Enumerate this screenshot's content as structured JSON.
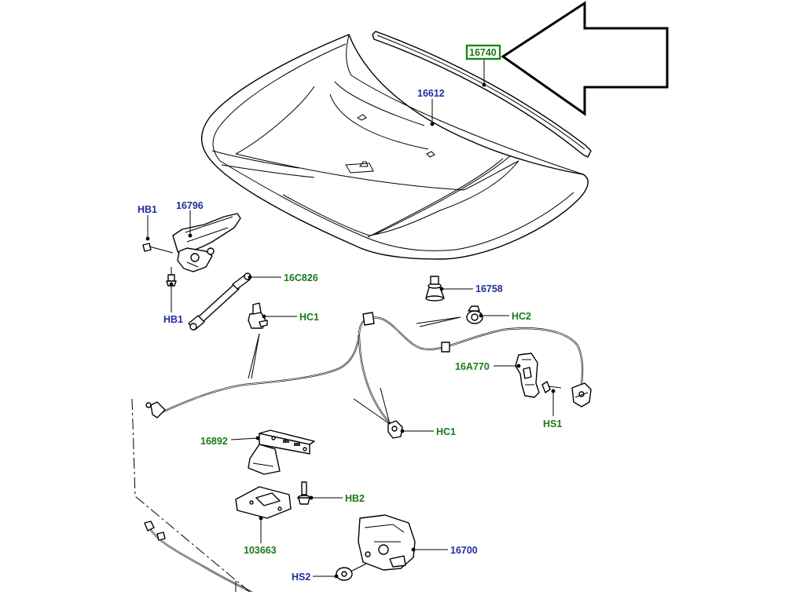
{
  "colors": {
    "label_blue": "#1f2f9a",
    "label_green": "#1a7a1a",
    "highlight_box": "#1a8a1a",
    "line": "#000000"
  },
  "labels": {
    "weatherstrip": "16740",
    "hood_panel": "16612",
    "hinge": "16796",
    "hinge_bolt_top": "HB1",
    "hinge_bolt_bottom": "HB1",
    "gas_strut": "16C826",
    "bump_stop": "16758",
    "cable_clip_upper": "HC1",
    "cable_clip_right": "HC2",
    "release_handle": "16A770",
    "handle_screw": "HS1",
    "cable_clip_lower": "HC1",
    "striker": "16892",
    "striker_bolt": "HB2",
    "striker_plate": "103663",
    "hood_latch": "16700",
    "latch_screw": "HS2"
  },
  "icons": {
    "pointer": "arrow-left-icon"
  }
}
